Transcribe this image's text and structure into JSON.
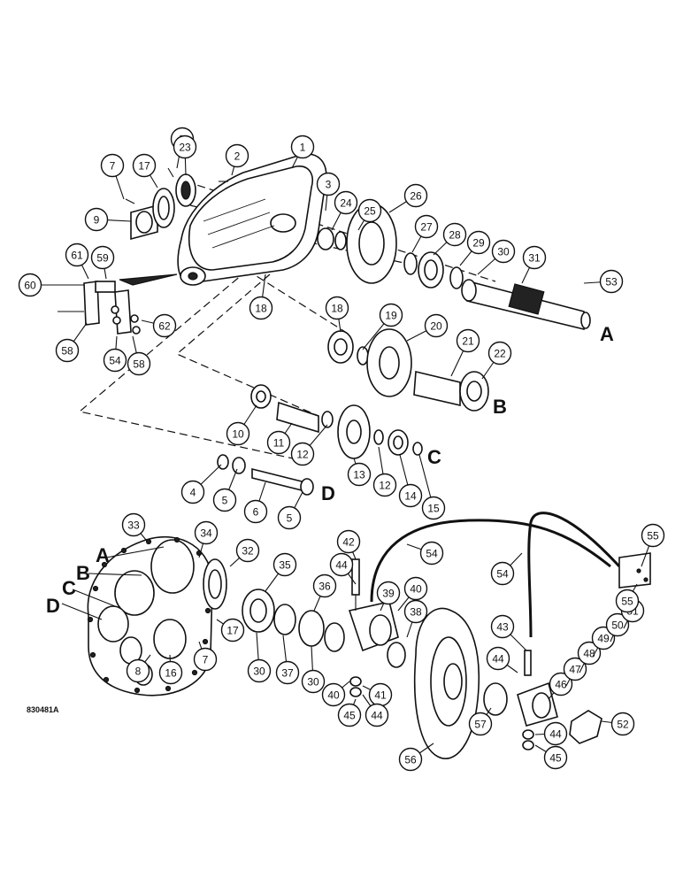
{
  "figure_code": "830481A",
  "callouts": [
    "1",
    "2",
    "3",
    "4",
    "5",
    "6",
    "7",
    "8",
    "9",
    "10",
    "11",
    "12",
    "13",
    "14",
    "15",
    "16",
    "17",
    "18",
    "19",
    "20",
    "21",
    "22",
    "23",
    "24",
    "25",
    "26",
    "27",
    "28",
    "29",
    "30",
    "31",
    "32",
    "33",
    "34",
    "35",
    "36",
    "37",
    "38",
    "39",
    "40",
    "41",
    "42",
    "43",
    "44",
    "45",
    "46",
    "47",
    "48",
    "49",
    "50",
    "51",
    "52",
    "53",
    "54",
    "55",
    "56",
    "57",
    "58",
    "59",
    "60",
    "61",
    "62"
  ],
  "section_letters": {
    "a": "A",
    "b": "B",
    "c": "C",
    "d": "D"
  }
}
